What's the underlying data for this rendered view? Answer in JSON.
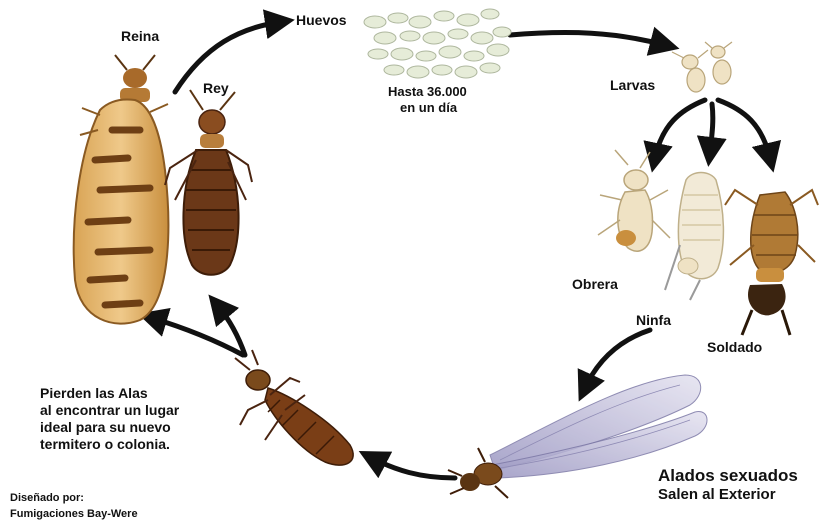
{
  "labels": {
    "reina": "Reina",
    "rey": "Rey",
    "huevos": "Huevos",
    "hasta_line1": "Hasta 36.000",
    "hasta_line2": "en un día",
    "larvas": "Larvas",
    "obrera": "Obrera",
    "ninfa": "Ninfa",
    "soldado": "Soldado",
    "alados_line1": "Alados sexuados",
    "alados_line2": "Salen al Exterior",
    "pierden_line1": "Pierden las Alas",
    "pierden_line2": "al encontrar un lugar",
    "pierden_line3": "ideal para su nuevo",
    "pierden_line4": "termitero o colonia.",
    "credit_line1": "Diseñado por:",
    "credit_line2": "Fumigaciones Bay-Were"
  },
  "colors": {
    "queen_body": "#c98f3e",
    "queen_band": "#7a4a1c",
    "king_body": "#6b3818",
    "soldier": "#b07a35",
    "worker": "#efe2c4",
    "egg_fill": "#e6ecd8",
    "wing": "#c7c3df",
    "arrow": "#111111"
  }
}
